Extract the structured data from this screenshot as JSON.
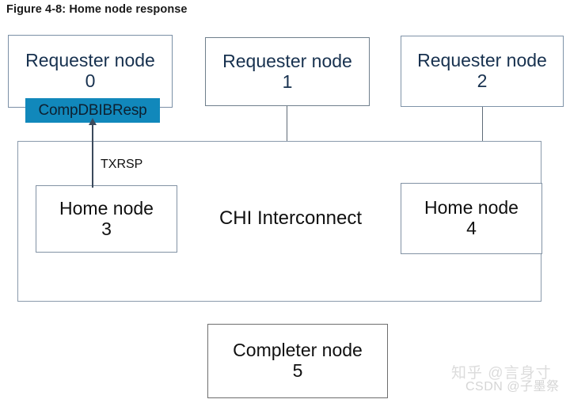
{
  "figure": {
    "caption": "Figure 4-8: Home node response"
  },
  "diagram": {
    "type": "block-diagram",
    "requester_nodes": [
      {
        "line1": "Requester node",
        "line2": "0"
      },
      {
        "line1": "Requester node",
        "line2": "1"
      },
      {
        "line1": "Requester node",
        "line2": "2"
      }
    ],
    "home_nodes": [
      {
        "line1": "Home node",
        "line2": "3"
      },
      {
        "line1": "Home node",
        "line2": "4"
      }
    ],
    "completer_nodes": [
      {
        "line1": "Completer node",
        "line2": "5"
      }
    ],
    "interconnect": {
      "label": "CHI Interconnect"
    },
    "flow_labels": {
      "channel": "TXRSP",
      "message": "CompDBIBResp"
    },
    "colors": {
      "highlight": "#1188bb",
      "requester_text": "#17314f",
      "requester_border": "#7a8fa6",
      "node_text": "#101010",
      "interconnect_border": "#8a9aab",
      "arrow": "#3b4a5c",
      "connector": "#5f6b77"
    }
  },
  "watermarks": {
    "zhihu": "知乎 @言身寸",
    "csdn": "CSDN @子墨祭"
  }
}
